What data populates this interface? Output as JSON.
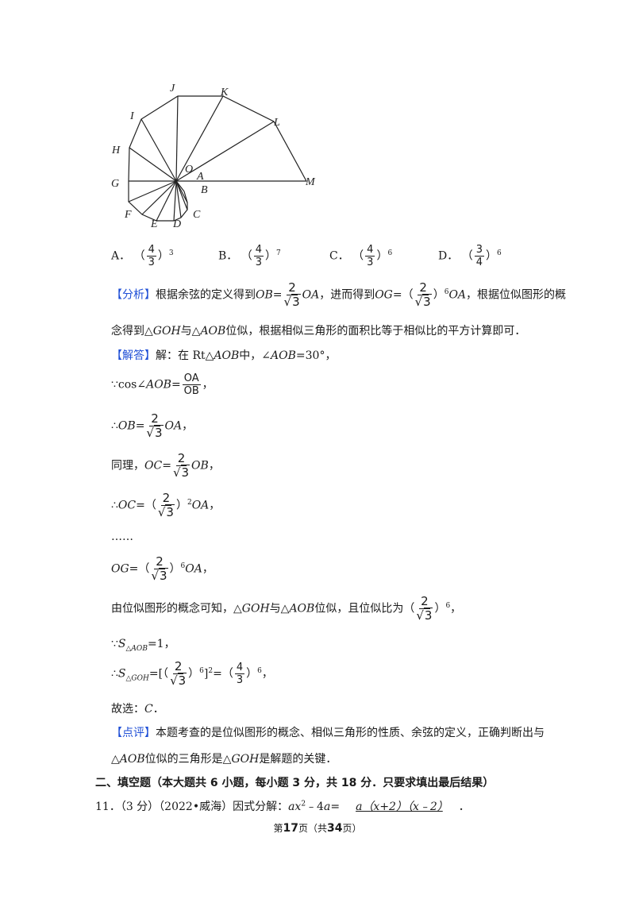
{
  "figure": {
    "labels": [
      "J",
      "K",
      "I",
      "L",
      "H",
      "O",
      "A",
      "G",
      "M",
      "B",
      "F",
      "C",
      "E",
      "D"
    ]
  },
  "options": {
    "a": {
      "label": "A．",
      "num": "4",
      "den": "3",
      "exp": "3"
    },
    "b": {
      "label": "B．",
      "num": "4",
      "den": "3",
      "exp": "7"
    },
    "c": {
      "label": "C．",
      "num": "4",
      "den": "3",
      "exp": "6"
    },
    "d": {
      "label": "D．",
      "num": "3",
      "den": "4",
      "exp": "6"
    }
  },
  "analysis": {
    "tag": "【分析】",
    "t1": "根据余弦的定义得到",
    "ob": "OB",
    "eq": "=",
    "two": "2",
    "three": "3",
    "oa": "OA",
    "t2": "，进而得到",
    "og": "OG",
    "eqparen": "=（",
    "close6": "）",
    "six": "6",
    "t3": "，根据位似图形的概",
    "line2a": "念得到△",
    "goh": "GOH",
    "line2b": "与△",
    "aob": "AOB",
    "line2c": "位似，根据相似三角形的面积比等于相似比的平方计算即可．"
  },
  "solution": {
    "tag": "【解答】",
    "t1": "解：在 Rt△",
    "aob": "AOB",
    "t2": "中，∠",
    "t3": "=30°，",
    "because": "∵cos∠",
    "eq": "=",
    "oa_up": "OA",
    "ob_up": "OB",
    "comma": "，",
    "therefore": "∴",
    "ob": "OB",
    "oa": "OA",
    "oc": "OC",
    "og": "OG",
    "same": "同理，",
    "eqparen": "=（",
    "close": "）",
    "two": "2",
    "three": "3",
    "six": "6",
    "ellipsis": "……",
    "l7a": "由位似图形的概念可知，△",
    "goh": "GOH",
    "l7b": "与△",
    "l7c": "位似，且位似比为",
    "open": "（",
    "l8a": "∵",
    "s": "S",
    "sub_aob": "△AOB",
    "l8b": "=1，",
    "sub_goh": "△GOH",
    "l9a": "=[（",
    "l9b": "]",
    "l9c": "=（",
    "four": "4",
    "l9d": "，",
    "choice": "故选：",
    "c": "C",
    "period": "．"
  },
  "comment": {
    "tag": "【点评】",
    "t1": "本题考查的是位似图形的概念、相似三角形的性质、余弦的定义，正确判断出与",
    "t2": "△",
    "aob": "AOB",
    "t3": "位似的三角形是△",
    "goh": "GOH",
    "t4": "是解题的关键．"
  },
  "section": {
    "title": "二、填空题（本大题共 6 小题，每小题 3 分，共 18 分．只要求填出最后结果）"
  },
  "q11": {
    "num": "11．",
    "t1": "（3 分）（2022•威海）因式分解：",
    "expr_a": "ax",
    "sq": "2",
    "expr_b": "﹣4",
    "a": "a",
    "eq": "=",
    "answer": "a（x+2）（x﹣2）",
    "end": "．"
  },
  "footer": {
    "pre": "第",
    "page": "17",
    "mid": "页（共",
    "total": "34",
    "post": "页）"
  }
}
